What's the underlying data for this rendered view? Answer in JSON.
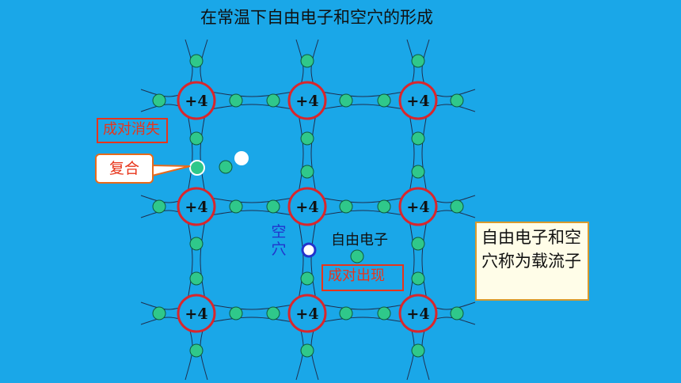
{
  "title": "在常温下自由电子和空穴的形成",
  "atom_label": "+4",
  "labels": {
    "pair_vanish": "成对消失",
    "recombine": "复合",
    "hole": "空穴",
    "free_electron": "自由电子",
    "pair_appear": "成对出现",
    "note": "自由电子和空穴称为载流子"
  },
  "colors": {
    "background": "#1aa7e8",
    "atom_ring": "#d9262c",
    "electron": "#2fc88a",
    "hole_ring": "#2233cc",
    "callout_text": "#e8341a"
  }
}
